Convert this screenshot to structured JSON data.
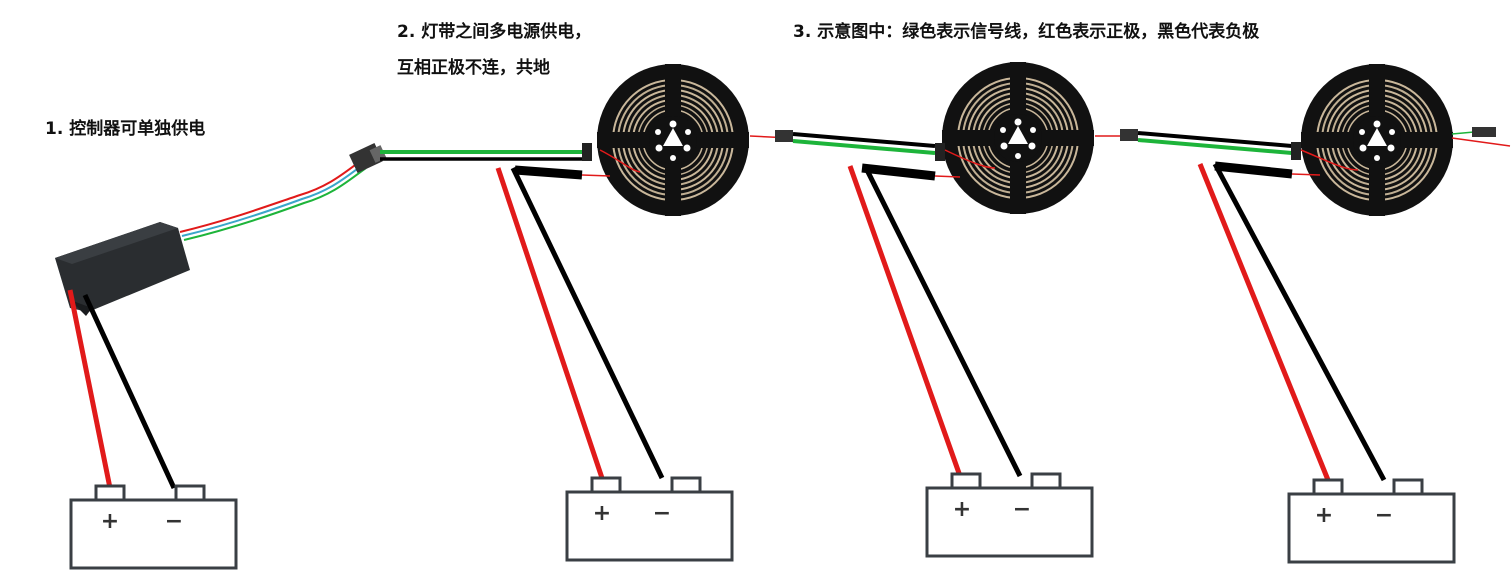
{
  "notes": {
    "controller_power": "1. 控制器可单独供电",
    "multi_power_line1": "2. 灯带之间多电源供电，",
    "multi_power_line2": "互相正极不连，共地",
    "legend": "3. 示意图中：绿色表示信号线，红色表示正极，黑色代表负极"
  },
  "battery_terminals": {
    "positive": "+",
    "negative": "−"
  },
  "colors": {
    "signal": "#1db43a",
    "positive": "#e11a1a",
    "negative": "#000000",
    "battery_outline": "#3a3f44",
    "controller": "#2a2d30",
    "reel": "#111111",
    "led_ring": "#c9b79a"
  },
  "components": {
    "controller": "controller-box",
    "strips": [
      "led-strip-reel-1",
      "led-strip-reel-2",
      "led-strip-reel-3"
    ],
    "batteries": [
      "battery-controller",
      "battery-strip-1",
      "battery-strip-2",
      "battery-strip-3"
    ]
  }
}
